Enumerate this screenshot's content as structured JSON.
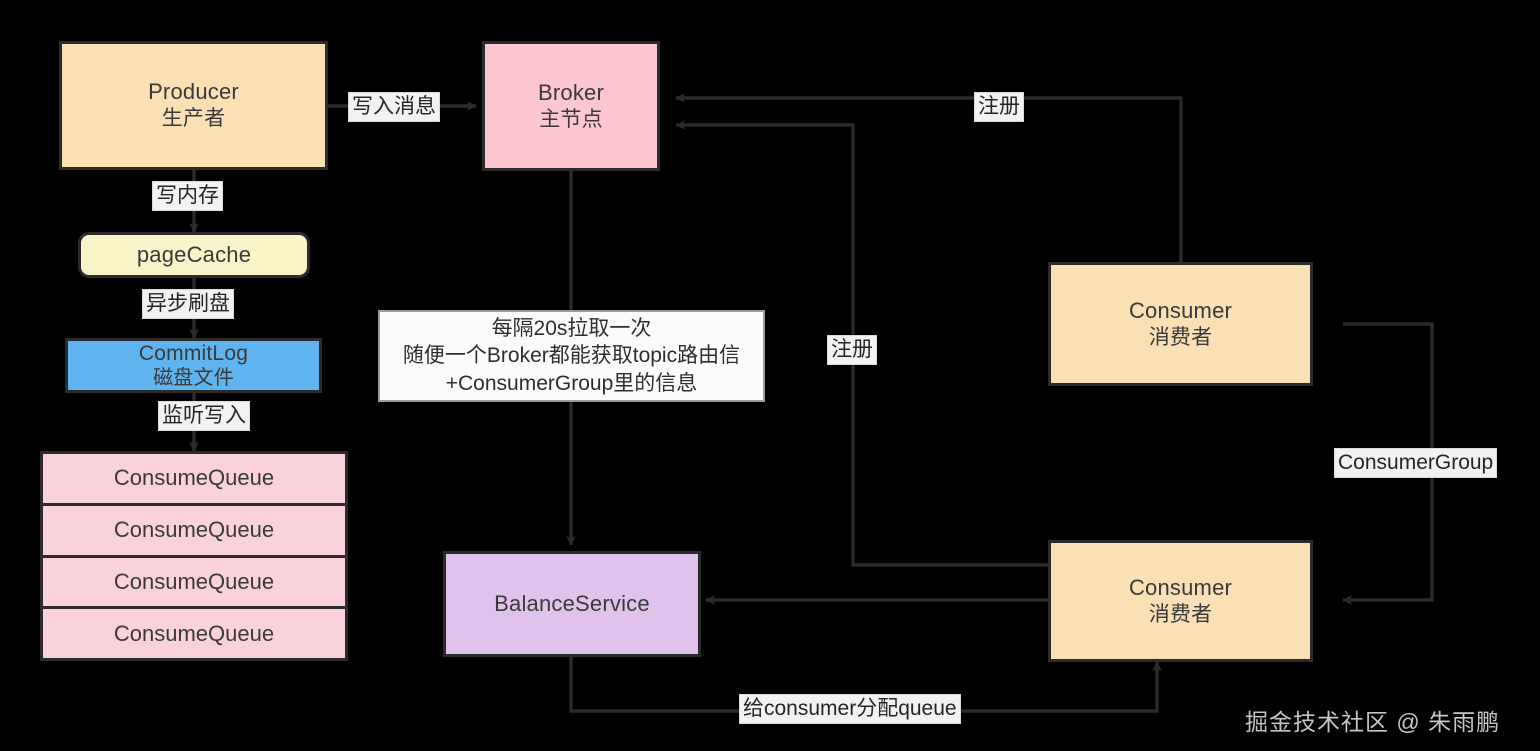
{
  "diagram": {
    "title": "RocketMQ message flow architecture",
    "background": "#000000",
    "stroke": "#2b2b2b",
    "watermark": "掘金技术社区 @ 朱雨鹏"
  },
  "nodes": {
    "producer": {
      "line1": "Producer",
      "line2": "生产者",
      "fill": "#fbe0b3"
    },
    "page_cache": {
      "line1": "pageCache",
      "line2": "",
      "fill": "#faf5c8"
    },
    "commit_log": {
      "line1": "CommitLog",
      "line2": "磁盘文件",
      "fill": "#5fb3ef"
    },
    "broker": {
      "line1": "Broker",
      "line2": "主节点",
      "fill": "#fdc6d0"
    },
    "balance_service": {
      "line1": "BalanceService",
      "line2": "",
      "fill": "#e0c2ed"
    },
    "consumer_top": {
      "line1": "Consumer",
      "line2": "消费者",
      "fill": "#fbe0b3"
    },
    "consumer_bottom": {
      "line1": "Consumer",
      "line2": "消费者",
      "fill": "#fbe0b3"
    }
  },
  "consume_queues": {
    "fill": "#fbd2dc",
    "items": [
      "ConsumeQueue",
      "ConsumeQueue",
      "ConsumeQueue",
      "ConsumeQueue"
    ]
  },
  "edge_labels": {
    "write_message": "写入消息",
    "write_memory": "写内存",
    "async_flush": "异步刷盘",
    "listen_write": "监听写入",
    "register_top": "注册",
    "register_mid": "注册",
    "consumer_group": "ConsumerGroup",
    "assign_queue": "给consumer分配queue"
  },
  "note": {
    "line1": "每隔20s拉取一次",
    "line2": "随便一个Broker都能获取topic路由信",
    "line3": "+ConsumerGroup里的信息"
  }
}
